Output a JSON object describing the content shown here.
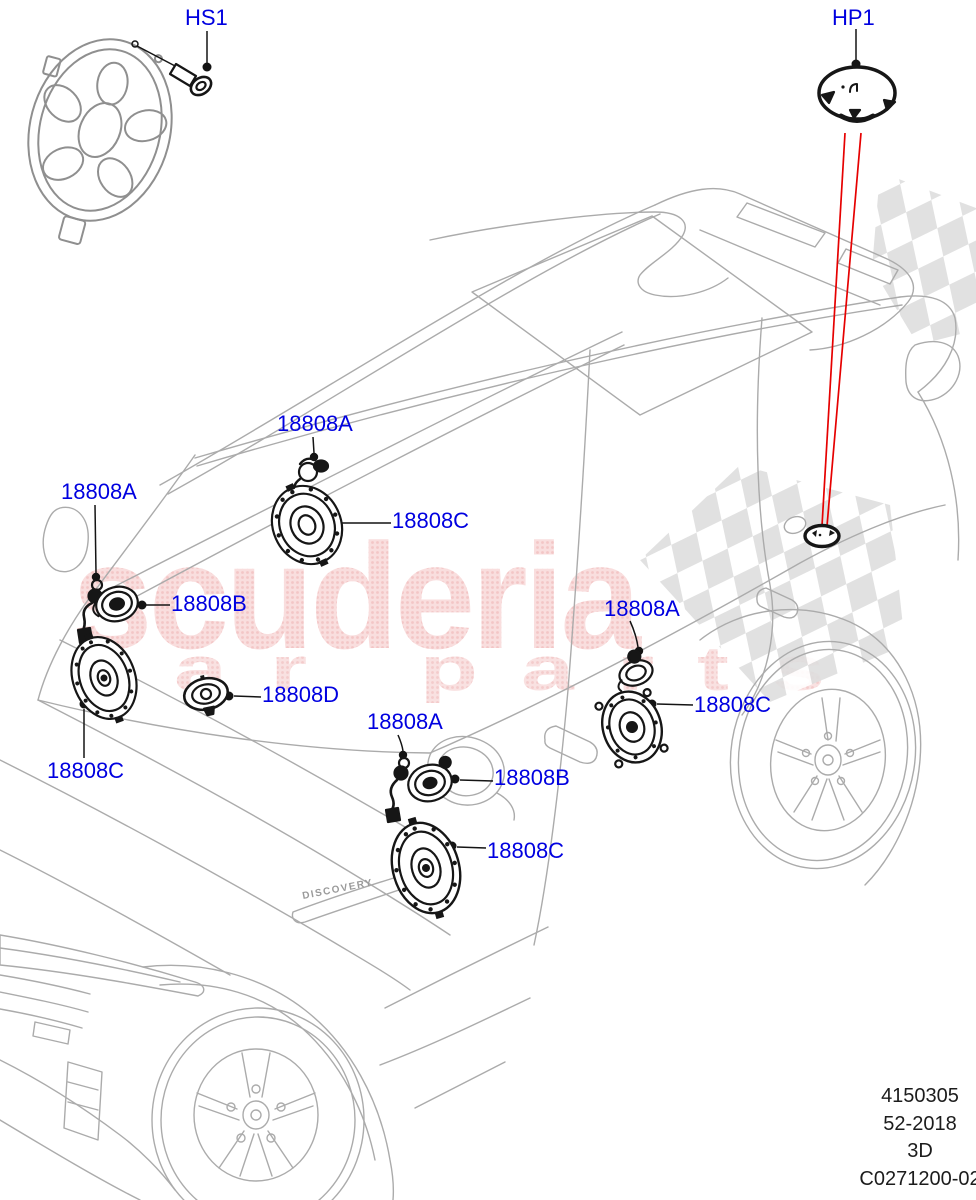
{
  "watermark": {
    "line1": "scuderia",
    "line2": "car parts",
    "color": "#f6cdcd"
  },
  "vehicle": {
    "badge": "DISCOVERY"
  },
  "callouts": [
    {
      "id": "roof-screw",
      "label": "HS1"
    },
    {
      "id": "roof-speaker-disc",
      "label": "HP1"
    },
    {
      "id": "windshield-tweeter-wiring",
      "label": "18808A"
    },
    {
      "id": "windshield-speaker",
      "label": "18808C"
    },
    {
      "id": "front-left-tweeter-wiring",
      "label": "18808A"
    },
    {
      "id": "front-left-mirror-tweeter",
      "label": "18808B"
    },
    {
      "id": "front-left-door-speaker",
      "label": "18808C"
    },
    {
      "id": "instrument-panel-speaker",
      "label": "18808D"
    },
    {
      "id": "front-door-tweeter-wiring",
      "label": "18808A"
    },
    {
      "id": "front-door-mirror-tweeter",
      "label": "18808B"
    },
    {
      "id": "front-door-speaker",
      "label": "18808C"
    },
    {
      "id": "rear-door-tweeter",
      "label": "18808A"
    },
    {
      "id": "rear-door-speaker",
      "label": "18808C"
    }
  ],
  "doc_info": {
    "lines": [
      "4150305",
      "52-2018",
      "3D",
      "C0271200-02"
    ]
  },
  "colors": {
    "callout_blue": "#0000e0",
    "leader_black": "#141414",
    "highlight_red": "#e60000",
    "car_line_gray": "#ababab",
    "watermark_pink": "#f6cdcd",
    "camo_gray": "#dedede"
  }
}
